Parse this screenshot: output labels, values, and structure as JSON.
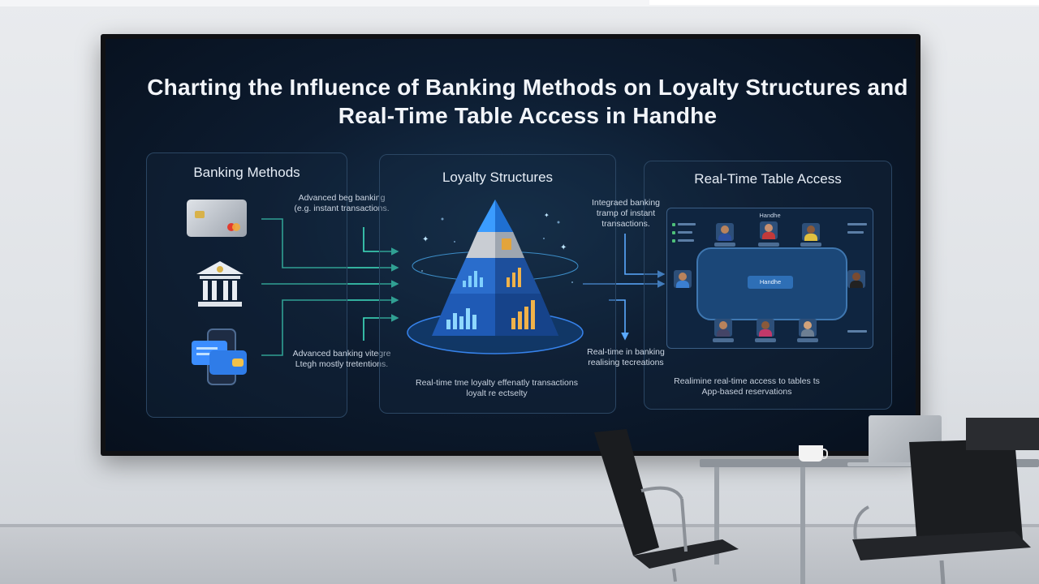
{
  "scene": {
    "title": "Charting the Influence of Banking Methods on Loyalty Structures and Real-Time Table Access in Handhe"
  },
  "panels": {
    "banking": {
      "title": "Banking Methods",
      "note_top": "Advanced beg banking (e.g. instant transactions.",
      "note_bottom": "Advanced banking vitegre Ltegh mostly tretentions.",
      "icons": [
        "credit-card-icon",
        "bank-building-icon",
        "digital-wallet-icon"
      ]
    },
    "loyalty": {
      "title": "Loyalty Structures",
      "caption": "Real-time tme loyalty effenatly transactions loyalt re ectselty"
    },
    "realtime": {
      "title": "Real-Time Table Access",
      "note_top": "Integraed banking tramp of instant transactions.",
      "note_bottom": "Real-time in banking realising tecreations",
      "caption": "Realimine real-time access to tables ts App-based reservations",
      "mini_app_title": "Handhe",
      "table_label": "Handhe"
    }
  },
  "colors": {
    "accent_teal": "#3fe0c0",
    "accent_blue": "#3b8dff",
    "screen_bg": "#0d1c30"
  }
}
